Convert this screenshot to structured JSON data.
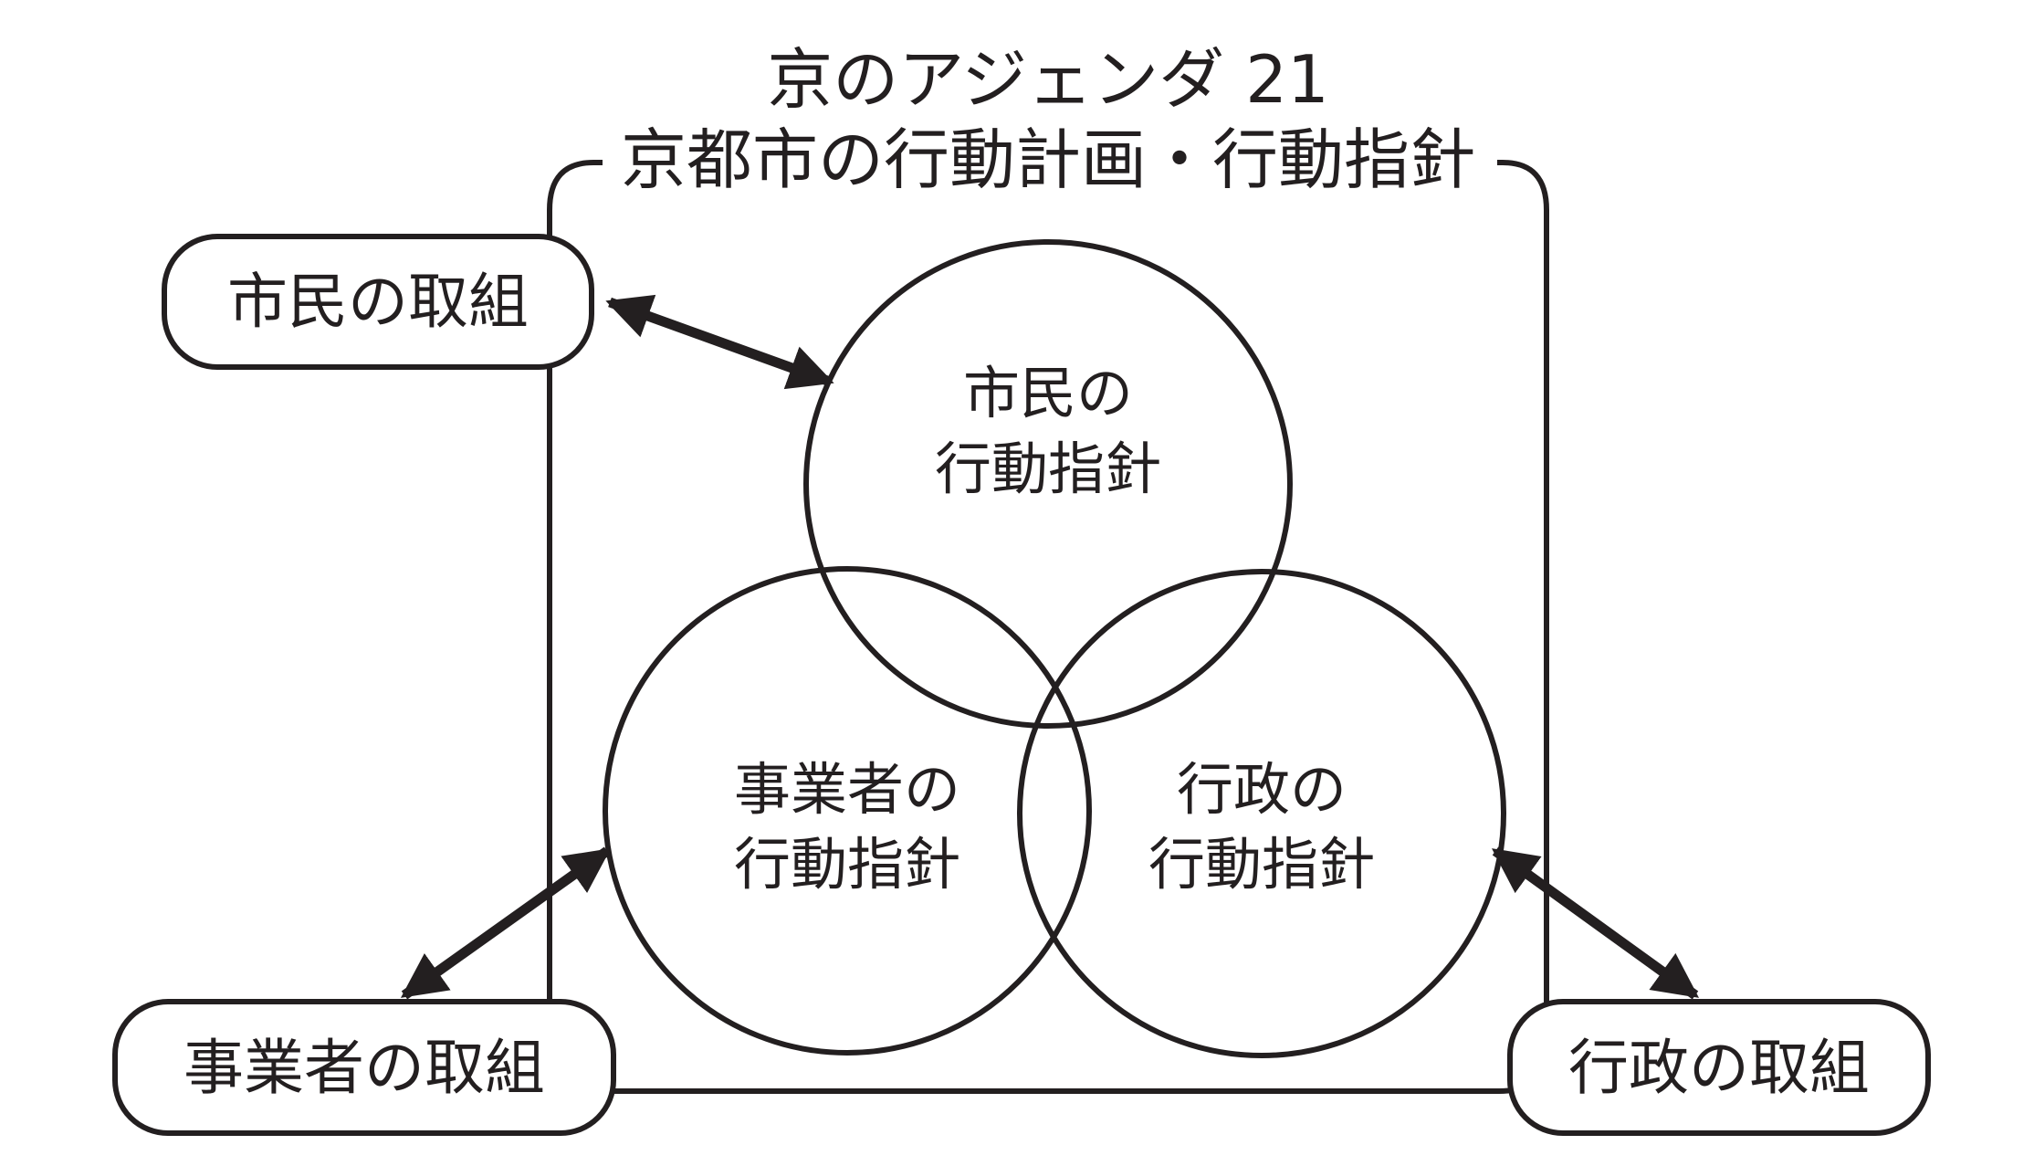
{
  "title": {
    "line1": "京のアジェンダ 21",
    "line2": "京都市の行動計画・行動指針"
  },
  "circles": {
    "citizen": {
      "line1": "市民の",
      "line2": "行動指針"
    },
    "business": {
      "line1": "事業者の",
      "line2": "行動指針"
    },
    "government": {
      "line1": "行政の",
      "line2": "行動指針"
    }
  },
  "boxes": {
    "citizen": "市民の取組",
    "business": "事業者の取組",
    "government": "行政の取組"
  },
  "colors": {
    "ink": "#231f20",
    "background": "#ffffff"
  }
}
